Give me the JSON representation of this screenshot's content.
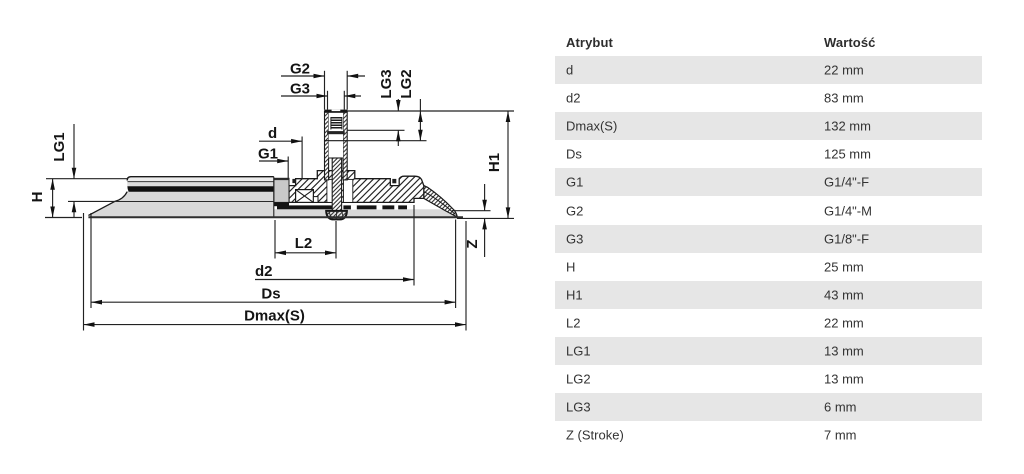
{
  "drawing": {
    "description": "technical cross-section drawing of a flat suction cup with offset fitting",
    "labels": {
      "g2": "G2",
      "g3": "G3",
      "d": "d",
      "g1": "G1",
      "lg1": "LG1",
      "h": "H",
      "lg3": "LG3",
      "lg2": "LG2",
      "h1": "H1",
      "z": "Z",
      "l2": "L2",
      "d2": "d2",
      "ds": "Ds",
      "dmax": "Dmax(S)"
    }
  },
  "table": {
    "headers": [
      "Atrybut",
      "Wartość"
    ],
    "rows": [
      {
        "attr": "d",
        "value": "22 mm"
      },
      {
        "attr": "d2",
        "value": "83 mm"
      },
      {
        "attr": "Dmax(S)",
        "value": "132 mm"
      },
      {
        "attr": "Ds",
        "value": "125 mm"
      },
      {
        "attr": "G1",
        "value": "G1/4\"-F"
      },
      {
        "attr": "G2",
        "value": "G1/4\"-M"
      },
      {
        "attr": "G3",
        "value": "G1/8\"-F"
      },
      {
        "attr": "H",
        "value": "25 mm"
      },
      {
        "attr": "H1",
        "value": "43 mm"
      },
      {
        "attr": "L2",
        "value": "22 mm"
      },
      {
        "attr": "LG1",
        "value": "13 mm"
      },
      {
        "attr": "LG2",
        "value": "13 mm"
      },
      {
        "attr": "LG3",
        "value": "6 mm"
      },
      {
        "attr": "Z (Stroke)",
        "value": "7 mm"
      }
    ]
  },
  "colors": {
    "row_stripe": "#e6e6e6",
    "text": "#333333",
    "line": "#1a1a1a",
    "cup_fill": "#d9d9d9"
  }
}
